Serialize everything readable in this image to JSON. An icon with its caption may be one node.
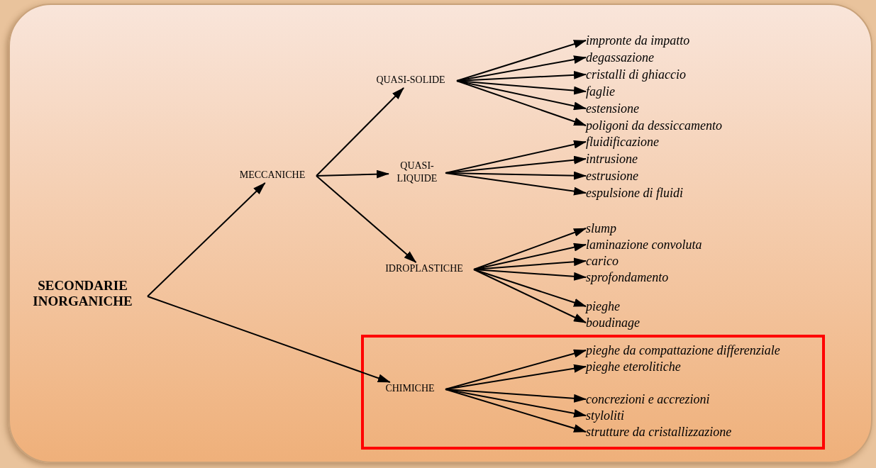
{
  "diagram": {
    "nodes": [
      {
        "text": [
          "SECONDARIE INORGANICHE"
        ]
      },
      {
        "text": [
          "MECCANICHE"
        ]
      },
      {
        "text": [
          "QUASI-SOLIDE"
        ]
      },
      {
        "text": [
          "QUASI-LIQUIDE"
        ]
      },
      {
        "text": [
          "IDROPLASTICHE"
        ]
      },
      {
        "text": [],
        "shape": "box"
      },
      {
        "text": [
          "CHIMICHE"
        ],
        "in": 5
      },
      {
        "text": [
          "impronte da impatto"
        ]
      },
      {
        "text": [
          "degassazione"
        ]
      },
      {
        "text": [
          "cristalli di ghiaccio"
        ]
      },
      {
        "text": [
          "faglie"
        ]
      },
      {
        "text": [
          "estensione"
        ]
      },
      {
        "text": [
          "poligoni da dessiccamento"
        ]
      },
      {
        "text": [
          "fluidificazione"
        ]
      },
      {
        "text": [
          "intrusione"
        ]
      },
      {
        "text": [
          "estrusione"
        ]
      },
      {
        "text": [
          "espulsione di fluidi"
        ]
      },
      {
        "text": [
          "slump"
        ]
      },
      {
        "text": [
          "laminazione convoluta"
        ]
      },
      {
        "text": [
          "carico"
        ]
      },
      {
        "text": [
          "sprofondamento"
        ]
      },
      {
        "text": [
          "pieghe"
        ]
      },
      {
        "text": [
          "boudinage"
        ]
      },
      {
        "text": [
          "pieghe da compattazione differenziale"
        ],
        "in": 5
      },
      {
        "text": [
          "pieghe eterolitiche"
        ],
        "in": 5
      },
      {
        "text": [
          "concrezioni e accrezioni"
        ],
        "in": 5
      },
      {
        "text": [
          "styloliti"
        ],
        "in": 5
      },
      {
        "text": [
          "strutture da cristallizzazione"
        ],
        "in": 5
      }
    ],
    "edges": [
      {
        "from": 0,
        "to": 1,
        "arrow": "to"
      },
      {
        "from": 0,
        "to": 6,
        "arrow": "to"
      },
      {
        "from": 1,
        "to": 2,
        "arrow": "to"
      },
      {
        "from": 1,
        "to": 3,
        "arrow": "to"
      },
      {
        "from": 1,
        "to": 4,
        "arrow": "to"
      },
      {
        "from": 2,
        "to": 7,
        "arrow": "to"
      },
      {
        "from": 2,
        "to": 8,
        "arrow": "to"
      },
      {
        "from": 2,
        "to": 9,
        "arrow": "to"
      },
      {
        "from": 2,
        "to": 10,
        "arrow": "to"
      },
      {
        "from": 2,
        "to": 11,
        "arrow": "to"
      },
      {
        "from": 2,
        "to": 12,
        "arrow": "to"
      },
      {
        "from": 3,
        "to": 13,
        "arrow": "to"
      },
      {
        "from": 3,
        "to": 14,
        "arrow": "to"
      },
      {
        "from": 3,
        "to": 15,
        "arrow": "to"
      },
      {
        "from": 3,
        "to": 16,
        "arrow": "to"
      },
      {
        "from": 4,
        "to": 17,
        "arrow": "to"
      },
      {
        "from": 4,
        "to": 18,
        "arrow": "to"
      },
      {
        "from": 4,
        "to": 19,
        "arrow": "to"
      },
      {
        "from": 4,
        "to": 20,
        "arrow": "to"
      },
      {
        "from": 4,
        "to": 21,
        "arrow": "to"
      },
      {
        "from": 4,
        "to": 22,
        "arrow": "to"
      },
      {
        "from": 6,
        "to": 23,
        "arrow": "to"
      },
      {
        "from": 6,
        "to": 24,
        "arrow": "to"
      },
      {
        "from": 6,
        "to": 25,
        "arrow": "to"
      },
      {
        "from": 6,
        "to": 26,
        "arrow": "to"
      },
      {
        "from": 6,
        "to": 27,
        "arrow": "to"
      }
    ]
  }
}
